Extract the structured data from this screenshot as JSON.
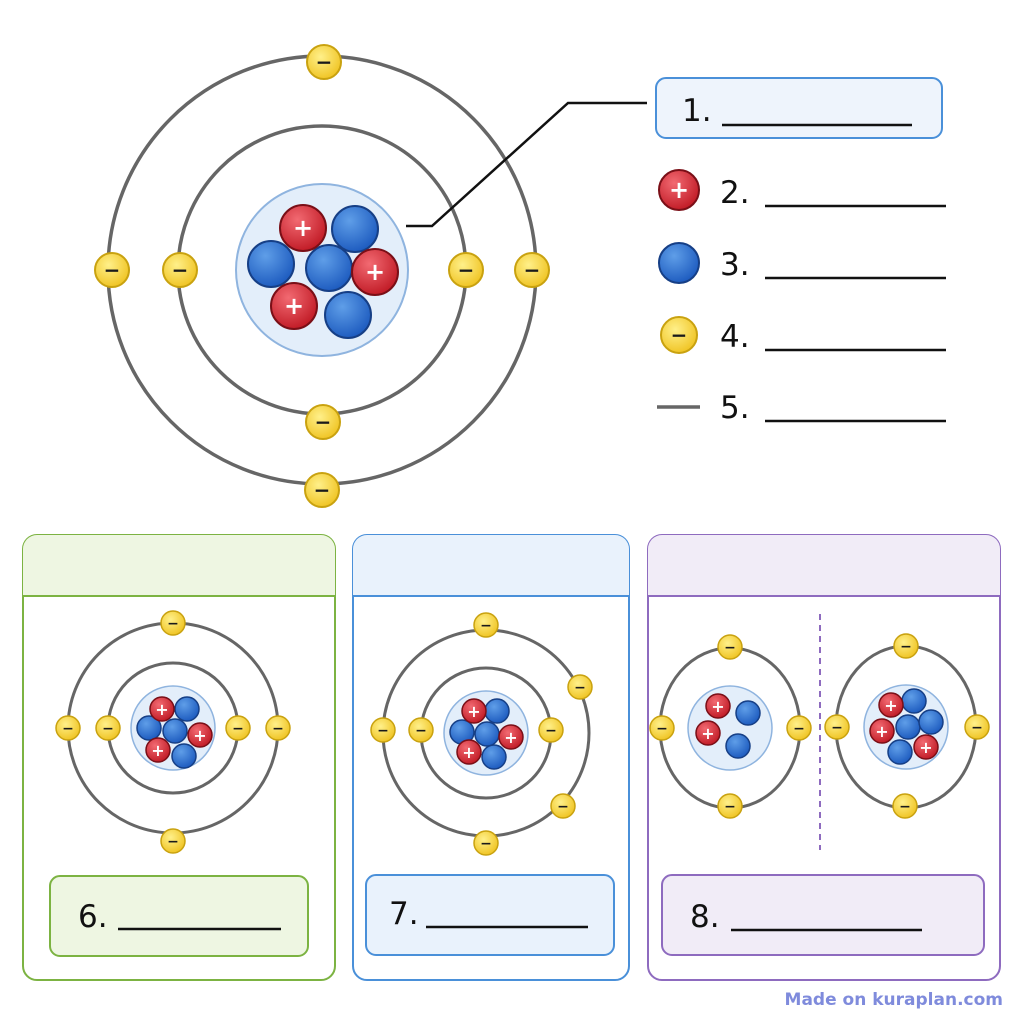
{
  "legend": {
    "label_1": "1.",
    "label_2": "2.",
    "label_3": "3.",
    "label_4": "4.",
    "label_5": "5."
  },
  "panels": {
    "label_6": "6.",
    "label_7": "7.",
    "label_8": "8."
  },
  "symbols": {
    "proton": "+",
    "electron": "−"
  },
  "footer": {
    "credit": "Made on kuraplan.com"
  },
  "colors": {
    "proton": "#d62430",
    "neutron": "#2a6fd0",
    "electron": "#f4d13a",
    "orbit": "#666666",
    "panel_green": "#7cb342",
    "panel_blue": "#4a90d9",
    "panel_purple": "#8e6bbf",
    "credit": "#7f8bdc"
  }
}
